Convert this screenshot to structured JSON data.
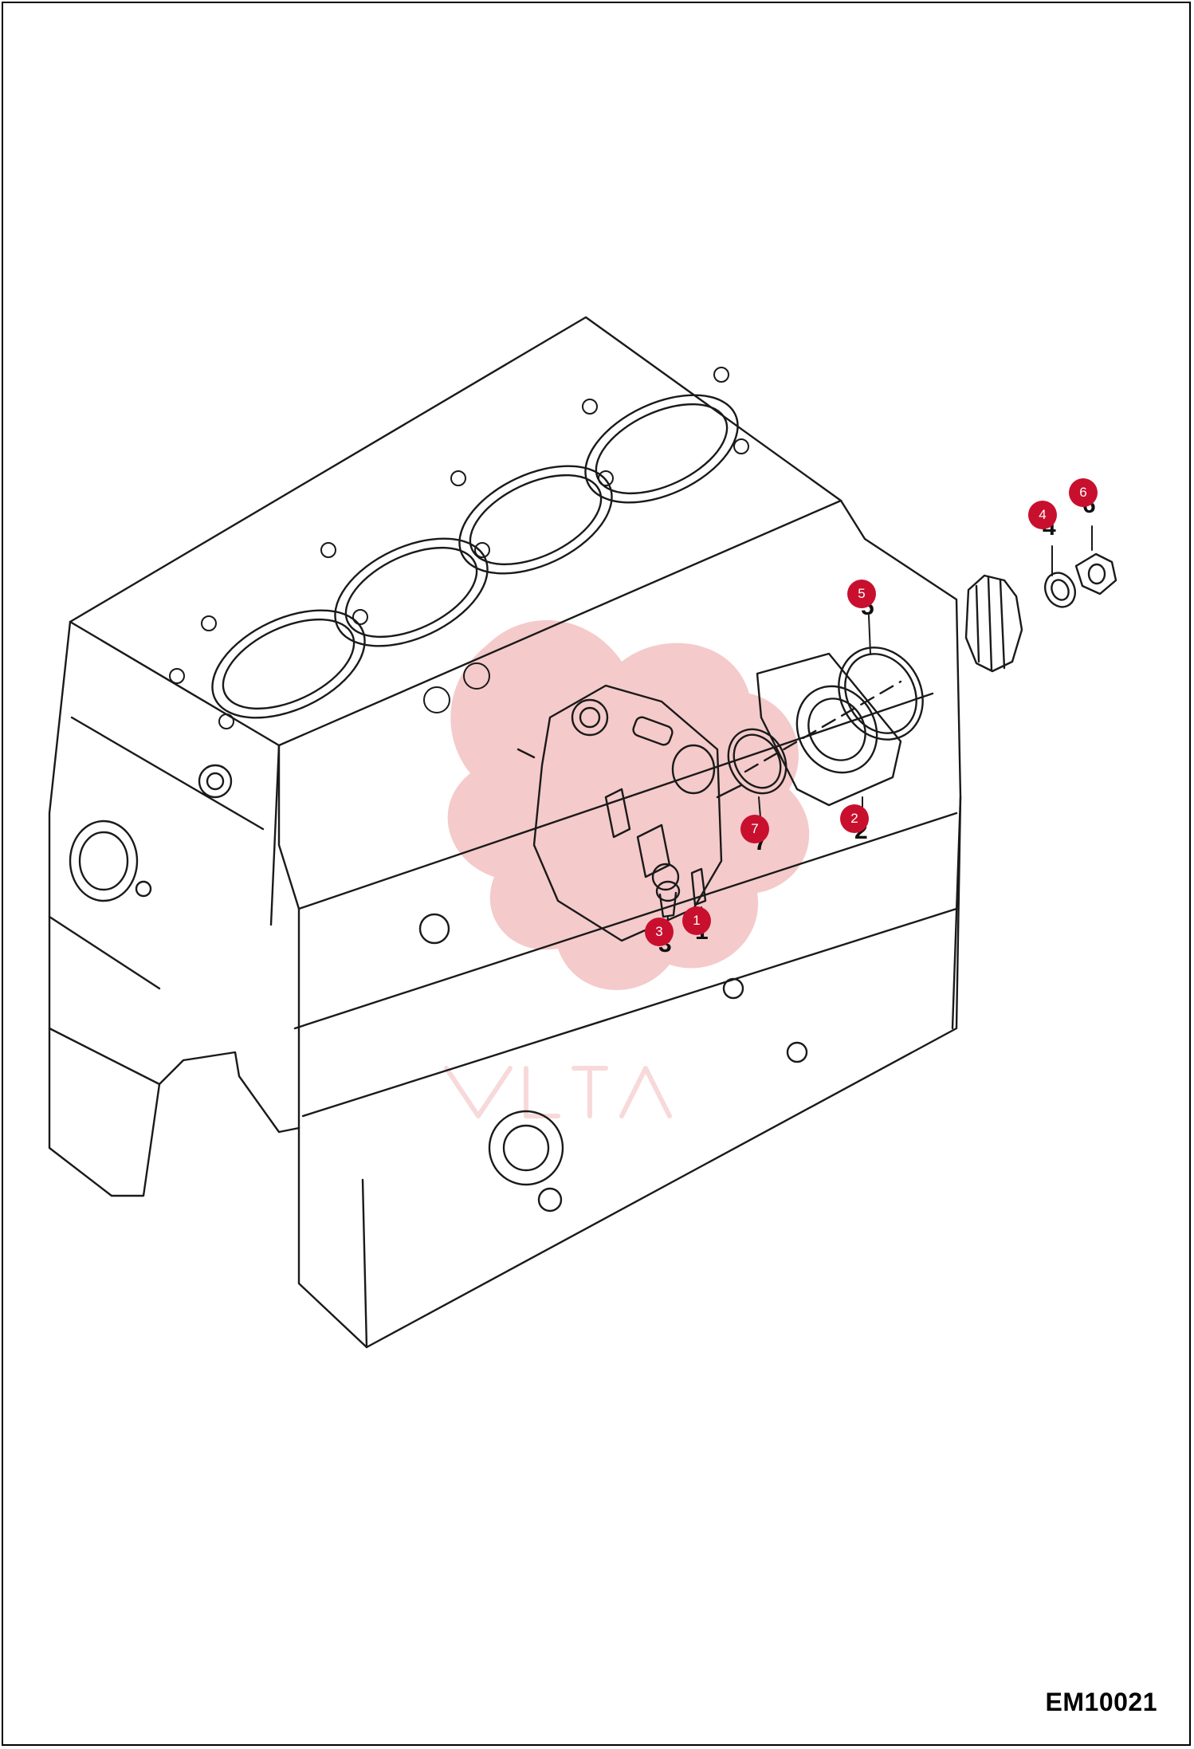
{
  "diagram": {
    "code": "EM10021",
    "colors": {
      "callout": "#c8102e",
      "line": "#1a1a1a",
      "watermark": "#f2b8b8"
    },
    "callouts": [
      {
        "id": "1",
        "label": "1"
      },
      {
        "id": "2",
        "label": "2"
      },
      {
        "id": "3",
        "label": "3"
      },
      {
        "id": "4",
        "label": "4"
      },
      {
        "id": "5",
        "label": "5"
      },
      {
        "id": "6",
        "label": "6"
      },
      {
        "id": "7",
        "label": "7"
      }
    ]
  }
}
